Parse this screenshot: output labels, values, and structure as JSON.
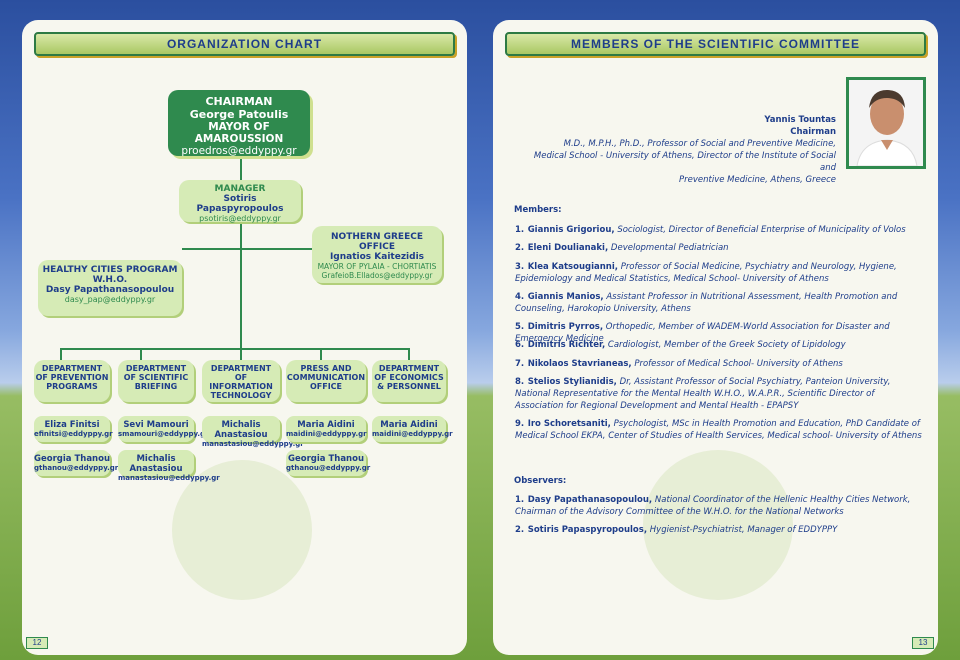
{
  "left": {
    "title": "ORGANIZATION CHART",
    "chairman": {
      "role": "CHAIRMAN",
      "name": "George Patoulis",
      "position": "MAYOR OF AMAROUSSION",
      "email": "proedros@eddyppy.gr"
    },
    "manager": {
      "role": "MANAGER",
      "name": "Sotiris Papaspyropoulos",
      "email": "psotiris@eddyppy.gr"
    },
    "northern": {
      "role": "NOTHERN GREECE OFFICE",
      "name": "Ignatios Kaitezidis",
      "position": "MAYOR OF PYLAIA - CHORTIATIS",
      "email": "GrafeioB.Ellados@eddyppy.gr"
    },
    "healthy": {
      "role1": "HEALTHY CITIES PROGRAM",
      "role2": "W.H.O.",
      "name": "Dasy Papathanasopoulou",
      "email": "dasy_pap@eddyppy.gr"
    },
    "departments": [
      {
        "l1": "DEPARTMENT",
        "l2": "OF PREVENTION",
        "l3": "PROGRAMS"
      },
      {
        "l1": "DEPARTMENT",
        "l2": "OF SCIENTIFIC",
        "l3": "BRIEFING"
      },
      {
        "l1": "DEPARTMENT",
        "l2": "OF INFORMATION",
        "l3": "TECHNOLOGY"
      },
      {
        "l1": "PRESS AND",
        "l2": "COMMUNICATION",
        "l3": "OFFICE"
      },
      {
        "l1": "DEPARTMENT",
        "l2": "OF ECONOMICS",
        "l3": "& PERSONNEL"
      }
    ],
    "staff_row1": [
      {
        "name": "Eliza Finitsi",
        "email": "efinitsi@eddyppy.gr"
      },
      {
        "name": "Sevi Mamouri",
        "email": "smamouri@eddyppy.gr"
      },
      {
        "name": "Michalis Anastasiou",
        "email": "manastasiou@eddyppy.gr"
      },
      {
        "name": "Maria Aidini",
        "email": "maidini@eddyppy.gr"
      },
      {
        "name": "Maria Aidini",
        "email": "maidini@eddyppy.gr"
      }
    ],
    "staff_row2": [
      {
        "name": "Georgia Thanou",
        "email": "gthanou@eddyppy.gr"
      },
      {
        "name": "Michalis Anastasiou",
        "email": "manastasiou@eddyppy.gr"
      },
      {
        "name": "Georgia Thanou",
        "email": "gthanou@eddyppy.gr"
      }
    ],
    "page_number": "12"
  },
  "right": {
    "title": "MEMBERS OF THE SCIENTIFIC COMMITTEE",
    "chair": {
      "name": "Yannis Tountas",
      "role": "Chairman",
      "desc1": "M.D., M.P.H., Ph.D., Professor of Social and Preventive Medicine,",
      "desc2": "Medical School - University of Athens, Director of the Institute of Social and",
      "desc3": "Preventive Medicine, Athens, Greece"
    },
    "members_heading": "Members:",
    "members": [
      {
        "num": "1.",
        "name": "Giannis Grigoriou,",
        "desc": "Sociologist, Director of Beneficial Enterprise of Municipality of Volos"
      },
      {
        "num": "2.",
        "name": "Eleni Doulianaki,",
        "desc": "Developmental Pediatrician"
      },
      {
        "num": "3.",
        "name": "Klea Katsougianni,",
        "desc": "Professor of Social Medicine, Psychiatry and Neurology, Hygiene, Epidemiology and Medical Statistics, Medical School- University of Athens"
      },
      {
        "num": "4.",
        "name": "Giannis Manios,",
        "desc": "Assistant Professor in Nutritional Assessment, Health Promotion and Counseling, Harokopio University, Athens"
      },
      {
        "num": "5.",
        "name": "Dimitris Pyrros,",
        "desc": "Orthopedic, Member of WADEM-World Association for Disaster and Emergency Medicine"
      },
      {
        "num": "6.",
        "name": "Dimitris Richter,",
        "desc": "Cardiologist, Member of the Greek Society of Lipidology"
      },
      {
        "num": "7.",
        "name": "Nikolaos Stavrianeas,",
        "desc": "Professor of Medical School- University of Athens"
      },
      {
        "num": "8.",
        "name": "Stelios Stylianidis,",
        "desc": "Dr, Assistant Professor of Social Psychiatry, Panteion University, National Representative for the Mental Health W.H.O., W.A.P.R., Scientific Director of Association for Regional Development and Mental Health - EPAPSY"
      },
      {
        "num": "9.",
        "name": "Iro Schoretsaniti,",
        "desc": "Psychologist, MSc in Health Promotion and Education, PhD Candidate of Medical School EKPA, Center of Studies of Health Services, Medical school- University of Athens"
      }
    ],
    "observers_heading": "Observers:",
    "observers": [
      {
        "num": "1.",
        "name": "Dasy Papathanasopoulou,",
        "desc": "National Coordinator of the Hellenic Healthy Cities Network, Chairman of the Advisory Committee of the W.H.O. for the National Networks"
      },
      {
        "num": "2.",
        "name": "Sotiris Papaspyropoulos,",
        "desc": "Hygienist-Psychiatrist, Manager of EDDYPPY"
      }
    ],
    "page_number": "13"
  }
}
